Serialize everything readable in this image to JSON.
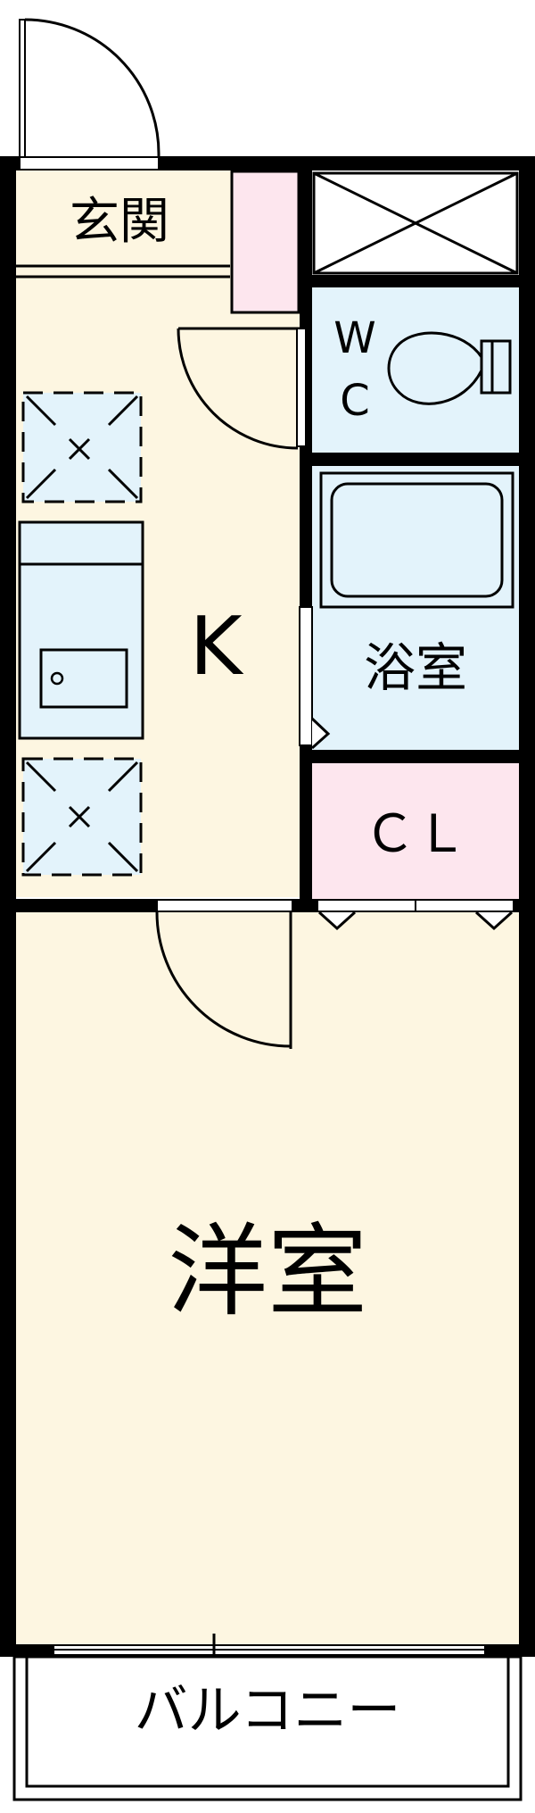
{
  "rooms": {
    "entrance": "玄関",
    "kitchen": "K",
    "wc_line1": "W",
    "wc_line2": "C",
    "bath": "浴室",
    "closet": "ＣＬ",
    "western_room": "洋室",
    "balcony": "バルコニー"
  },
  "colors": {
    "wall": "#000000",
    "floor": "#fdf6e1",
    "wet_area": "#e3f3fb",
    "storage": "#fde6ee",
    "background": "#ffffff"
  }
}
